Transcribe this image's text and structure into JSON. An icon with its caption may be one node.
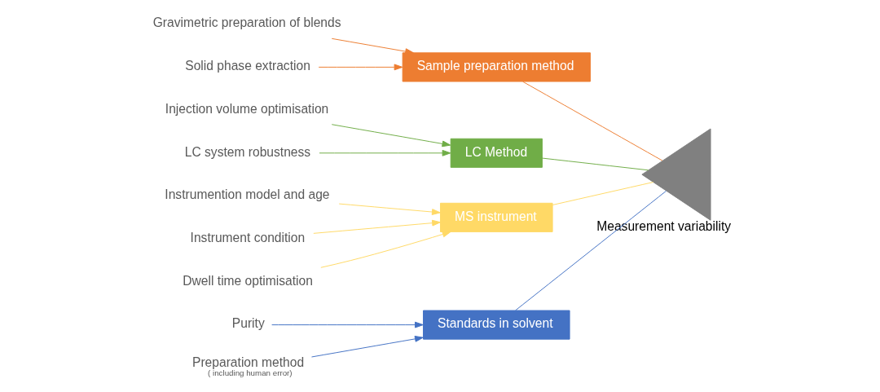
{
  "diagram": {
    "nodes": [
      {
        "text": [
          "Standards in solvent"
        ]
      },
      {
        "text": [
          "Sample preparation method"
        ]
      },
      {
        "text": [
          "Purity"
        ]
      },
      {
        "text": [
          "Preparation method",
          "( including human error)"
        ]
      },
      {
        "text": [
          "Gravimetric preparation of blends"
        ]
      },
      {
        "text": [
          "Solid phase extraction"
        ]
      },
      {
        "text": [],
        "shape": "triangle",
        "beside": [
          "Measurement variability"
        ]
      },
      {
        "text": [
          "Injection volume optimisation"
        ]
      },
      {
        "text": [
          "LC system robustness"
        ]
      },
      {
        "text": [
          "Instrumention model and age"
        ]
      },
      {
        "text": [
          "Instrument condition"
        ]
      },
      {
        "text": [
          "Dwell time optimisation"
        ]
      },
      {
        "text": [
          "LC Method"
        ]
      },
      {
        "text": [
          "MS instrument"
        ]
      }
    ],
    "edges": [
      {
        "from": 2,
        "to": 0,
        "arrow": "to",
        "color": "#4472c4"
      },
      {
        "from": 3,
        "to": 0,
        "arrow": "to",
        "color": "#4472c4"
      },
      {
        "from": 4,
        "to": 1,
        "arrow": "to",
        "color": "#ed7d31"
      },
      {
        "from": 5,
        "to": 1,
        "arrow": "to",
        "color": "#ed7d31"
      },
      {
        "from": 7,
        "to": 12,
        "arrow": "to",
        "color": "#70ad47"
      },
      {
        "from": 8,
        "to": 12,
        "arrow": "to",
        "color": "#70ad47"
      },
      {
        "from": 9,
        "to": 13,
        "arrow": "to",
        "color": "#ffd966"
      },
      {
        "from": 10,
        "to": 13,
        "arrow": "to",
        "color": "#ffd966"
      },
      {
        "from": 11,
        "to": 13,
        "arrow": "to",
        "color": "#ffd966"
      },
      {
        "from": 0,
        "to": 6,
        "arrow": "none",
        "color": "#4472c4"
      },
      {
        "from": 1,
        "to": 6,
        "arrow": "none",
        "color": "#ed7d31"
      },
      {
        "from": 12,
        "to": 6,
        "arrow": "none",
        "color": "#70ad47"
      },
      {
        "from": 13,
        "to": 6,
        "arrow": "none",
        "color": "#ffd966"
      }
    ]
  }
}
